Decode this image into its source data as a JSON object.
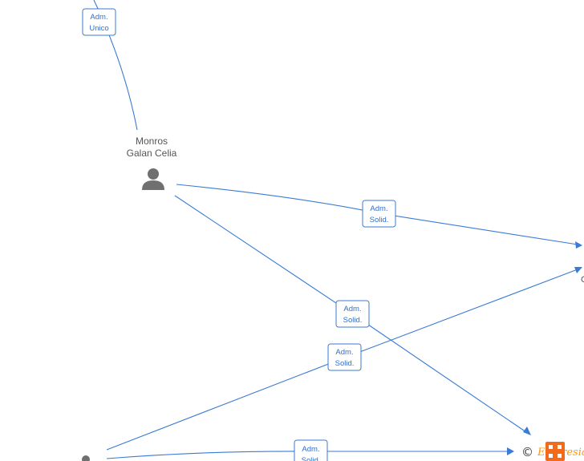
{
  "people": [
    {
      "line1": "Monros",
      "line2": "Galan Celia"
    }
  ],
  "edge_labels": {
    "adm_unico": {
      "line1": "Adm.",
      "line2": "Unico"
    },
    "adm_solid": {
      "line1": "Adm.",
      "line2": "Solid."
    }
  },
  "offscreen_label_fragment": "C",
  "watermark": {
    "symbol": "©",
    "brand": "Empresia"
  },
  "colors": {
    "edge": "#3a7bd5",
    "label_text": "#2f6fcf",
    "person_icon": "#707070",
    "brand_orange": "#f26a1b"
  }
}
